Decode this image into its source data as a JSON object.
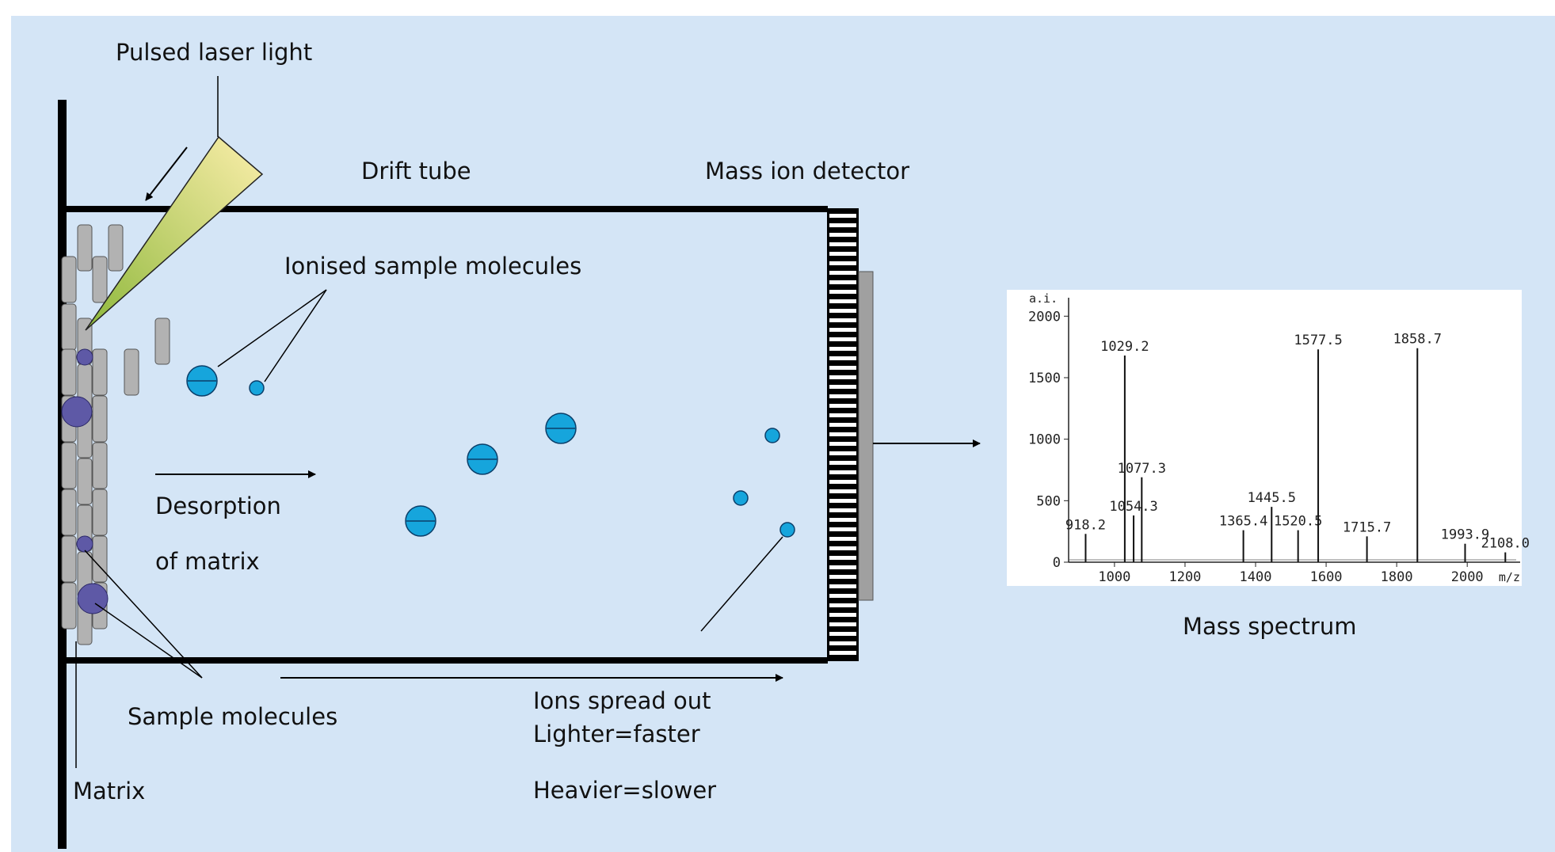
{
  "colors": {
    "background": "#d4e5f6",
    "tube_border": "#000000",
    "matrix_cell": "#b2b2b2",
    "sample_molecule": "#5e59a6",
    "ion": "#16a5dc",
    "laser_start": "#8eb83c",
    "laser_end": "#fbeeaa",
    "detector_plate": "#a0a0a0"
  },
  "labels": {
    "pulsed_laser": "Pulsed laser light",
    "drift_tube": "Drift tube",
    "mass_detector": "Mass ion detector",
    "ionised": "Ionised sample molecules",
    "desorption_1": "Desorption",
    "desorption_2": "of matrix",
    "sample_molecules": "Sample molecules",
    "matrix": "Matrix",
    "ions_spread_1": "Ions spread out",
    "ions_spread_2": "Lighter=faster",
    "ions_spread_3": "Heavier=slower",
    "mass_spectrum": "Mass spectrum"
  },
  "chart_data": {
    "type": "line",
    "xlabel": "m/z",
    "ylabel": "a.i.",
    "xlim": [
      870,
      2150
    ],
    "ylim": [
      0,
      2150
    ],
    "x_ticks": [
      1000,
      1200,
      1400,
      1600,
      1800,
      2000
    ],
    "y_ticks": [
      0,
      500,
      1000,
      1500,
      2000
    ],
    "peaks": [
      {
        "x": 918.2,
        "y": 230,
        "label": "918.2"
      },
      {
        "x": 1029.2,
        "y": 1680,
        "label": "1029.2"
      },
      {
        "x": 1054.3,
        "y": 380,
        "label": "1054.3"
      },
      {
        "x": 1077.3,
        "y": 690,
        "label": "1077.3"
      },
      {
        "x": 1365.4,
        "y": 260,
        "label": "1365.4"
      },
      {
        "x": 1445.5,
        "y": 450,
        "label": "1445.5"
      },
      {
        "x": 1520.5,
        "y": 260,
        "label": "1520.5"
      },
      {
        "x": 1577.5,
        "y": 1730,
        "label": "1577.5"
      },
      {
        "x": 1715.7,
        "y": 210,
        "label": "1715.7"
      },
      {
        "x": 1858.7,
        "y": 1740,
        "label": "1858.7"
      },
      {
        "x": 1993.9,
        "y": 150,
        "label": "1993.9"
      },
      {
        "x": 2108.0,
        "y": 80,
        "label": "2108.0"
      }
    ]
  }
}
